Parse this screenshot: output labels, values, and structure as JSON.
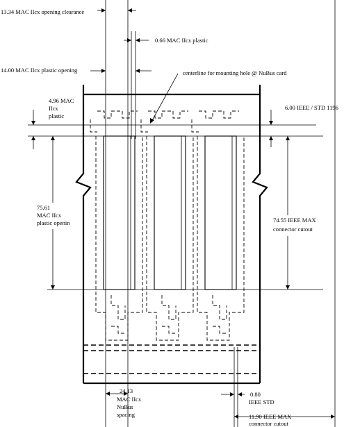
{
  "diagram": {
    "labels": {
      "opening_clearance": "13.34 MAC IIcx opening clearance",
      "plastic_thickness": "0.66 MAC IIcx plastic",
      "plastic_opening_width": "14.00 MAC IIcx plastic opening",
      "centerline_note": "centerline for mounting hole @ NuBus card",
      "plastic_offset_value": "4.96 MAC",
      "plastic_offset_line2": "IIcx",
      "plastic_offset_line3": "plastic",
      "ieee_std": "6.00 IEEE / STD 1196",
      "plastic_opening_height_value": "75.61",
      "plastic_opening_height_line2": "MAC IIcx",
      "plastic_opening_height_line3": "plastic openin",
      "connector_cutout_height_value": "74.55 IEEE MAX",
      "connector_cutout_height_line2": "connector cutout",
      "nubus_spacing_value": "24.13",
      "nubus_spacing_line2": "MAC IIcx",
      "nubus_spacing_line3": "NuBus",
      "nubus_spacing_line4": "spacing",
      "ieee_std_value": "0.80",
      "ieee_std_line2": "IEEE STD",
      "connector_cutout_width_value": "11.90 IEEE MAX",
      "connector_cutout_width_line2": "connector cutout"
    }
  }
}
